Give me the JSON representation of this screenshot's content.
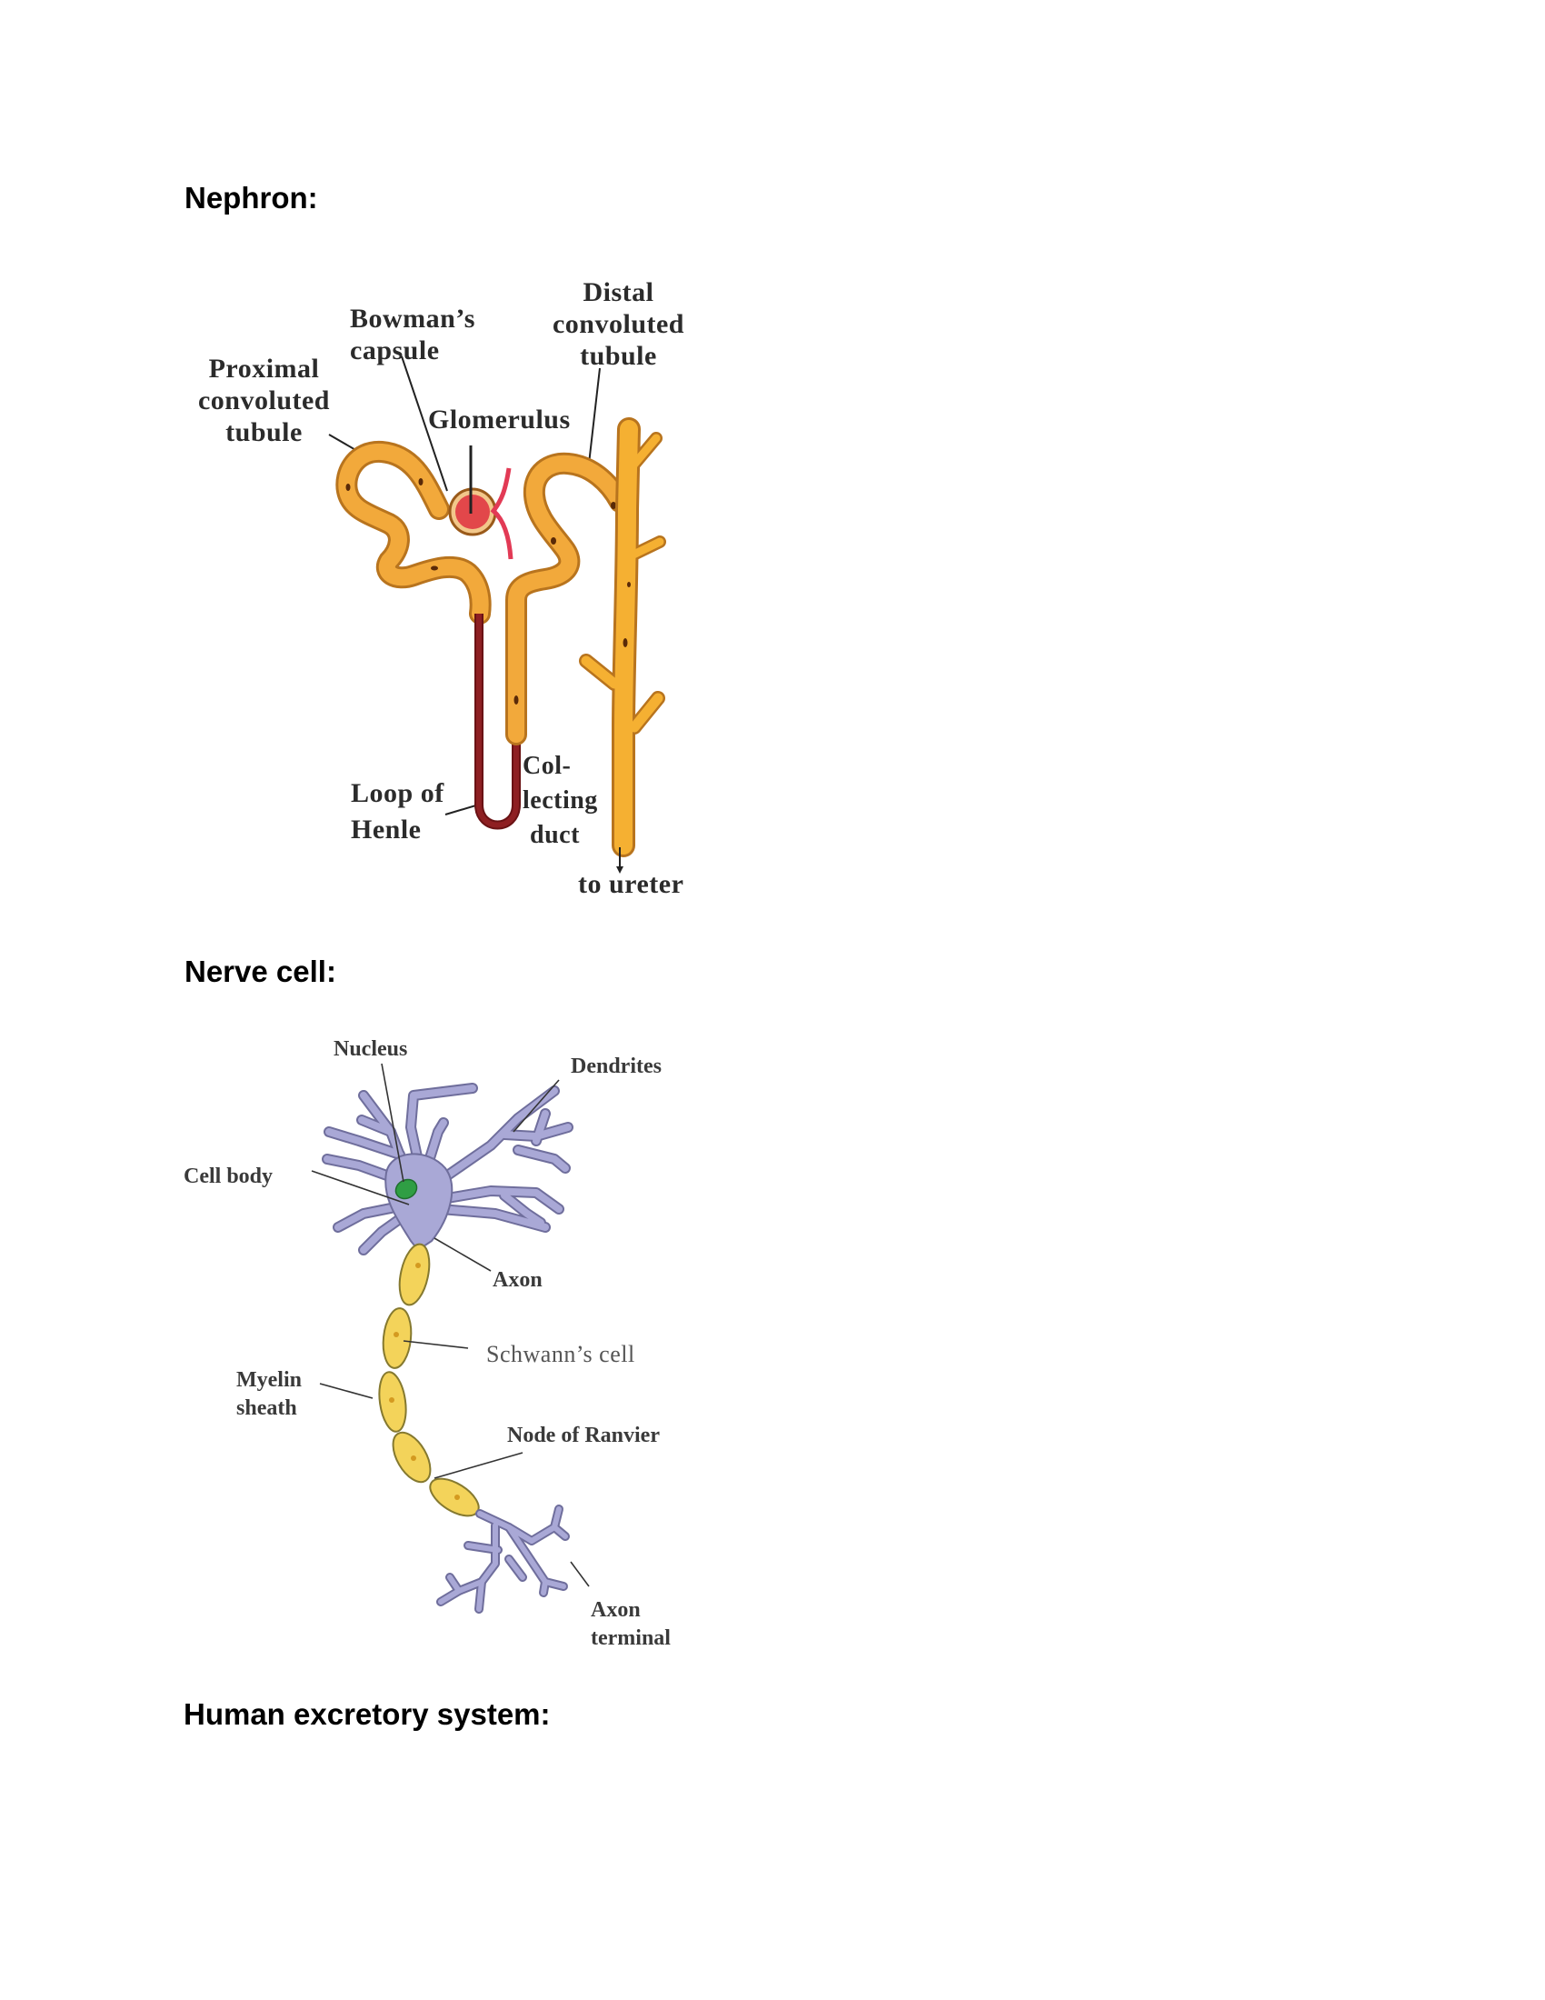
{
  "sections": [
    {
      "heading": "Nephron:",
      "labels": {
        "proximal": [
          "Proximal",
          "convoluted",
          "tubule"
        ],
        "bowman": [
          "Bowman’s",
          "capsule"
        ],
        "glomerulus": "Glomerulus",
        "distal": [
          "Distal",
          "convoluted",
          "tubule"
        ],
        "loop": [
          "Loop of",
          "Henle"
        ],
        "collecting": [
          "Col-",
          "lecting",
          "duct"
        ],
        "ureter": "to ureter"
      },
      "colors": {
        "tubule": "#F2A93B",
        "tubule_outline": "#B8741E",
        "glomerulus": "#E2474A",
        "loop_of_henle": "#8E1F22",
        "collecting_duct": "#F5B032"
      }
    },
    {
      "heading": "Nerve cell:",
      "labels": {
        "nucleus": "Nucleus",
        "dendrites": "Dendrites",
        "cell_body": "Cell body",
        "axon": "Axon",
        "schwann": "Schwann’s cell",
        "myelin": [
          "Myelin",
          "sheath"
        ],
        "node": "Node of Ranvier",
        "axon_terminal": [
          "Axon",
          "terminal"
        ]
      },
      "colors": {
        "cell_body": "#A9A8D6",
        "cell_outline": "#6F6E9C",
        "nucleus": "#2F9E44",
        "myelin": "#F3D35A",
        "myelin_outline": "#85792F"
      }
    },
    {
      "heading": "Human excretory system:"
    }
  ]
}
